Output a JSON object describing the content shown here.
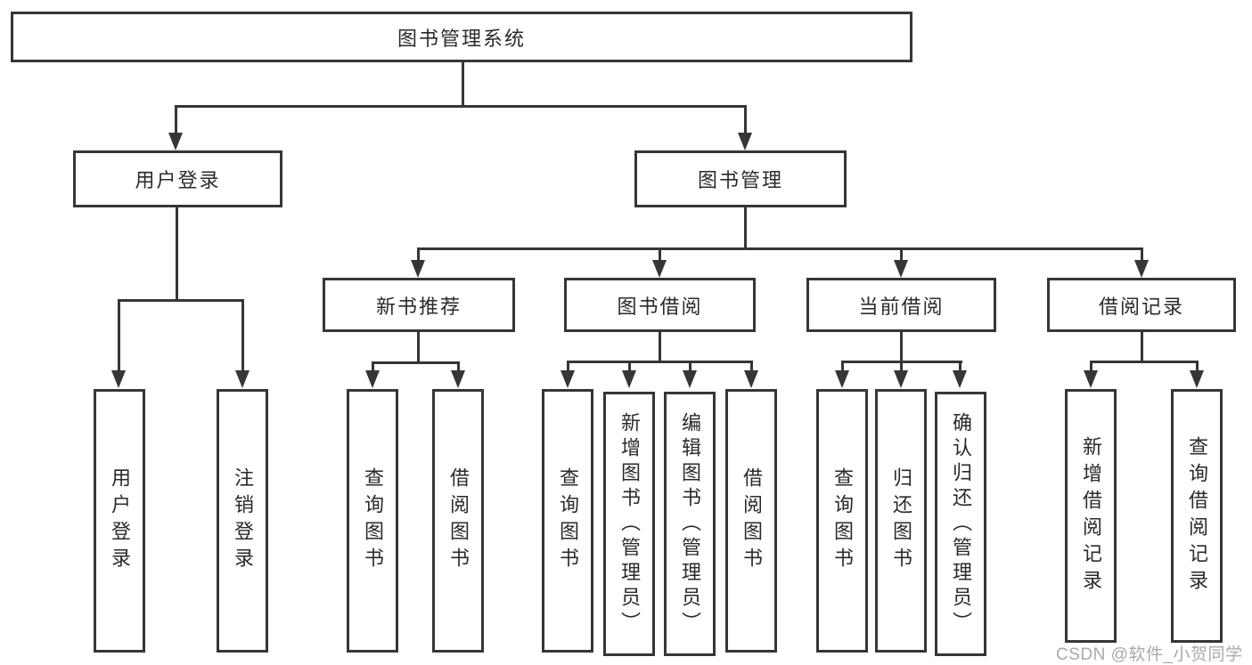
{
  "title": "图书管理系统",
  "colors": {
    "line": "#363636",
    "box_border": "#363636",
    "text": "#2a2a2a",
    "background": "#ffffff",
    "watermark": "#a9a9a9"
  },
  "icons": {
    "arrowhead": "filled-down-triangle"
  },
  "watermark": {
    "text": "CSDN @软件_小贺同学"
  },
  "tree": {
    "root": {
      "label": "图书管理系统",
      "children": [
        {
          "label": "用户登录",
          "children": [
            {
              "label": "用户登录"
            },
            {
              "label": "注销登录"
            }
          ]
        },
        {
          "label": "图书管理",
          "children": [
            {
              "label": "新书推荐",
              "children": [
                {
                  "label": "查询图书"
                },
                {
                  "label": "借阅图书"
                }
              ]
            },
            {
              "label": "图书借阅",
              "children": [
                {
                  "label": "查询图书"
                },
                {
                  "label": "新增图书（管理员）"
                },
                {
                  "label": "编辑图书（管理员）"
                },
                {
                  "label": "借阅图书"
                }
              ]
            },
            {
              "label": "当前借阅",
              "children": [
                {
                  "label": "查询图书"
                },
                {
                  "label": "归还图书"
                },
                {
                  "label": "确认归还（管理员）"
                }
              ]
            },
            {
              "label": "借阅记录",
              "children": [
                {
                  "label": "新增借阅记录"
                },
                {
                  "label": "查询借阅记录"
                }
              ]
            }
          ]
        }
      ]
    }
  }
}
